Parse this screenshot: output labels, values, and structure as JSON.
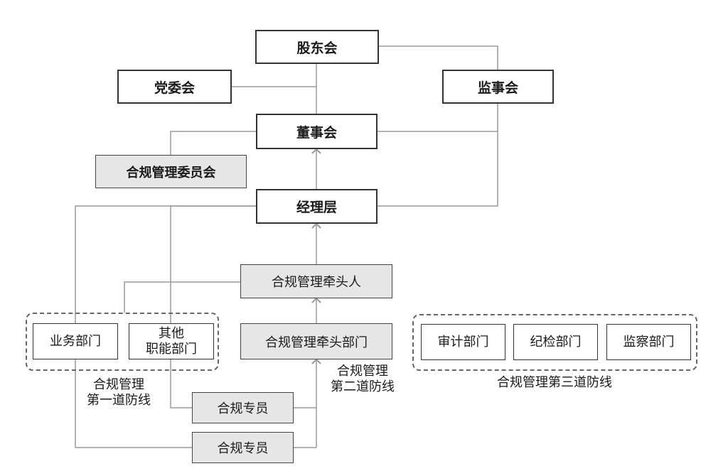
{
  "nodes": {
    "shareholders": "股东会",
    "party_committee": "党委会",
    "supervisory_board": "监事会",
    "board": "董事会",
    "compliance_committee": "合规管理委员会",
    "management": "经理层",
    "compliance_lead": "合规管理牵头人",
    "compliance_lead_dept": "合规管理牵头部门",
    "business_dept": "业务部门",
    "other_dept_line1": "其他",
    "other_dept_line2": "职能部门",
    "compliance_officer_1": "合规专员",
    "compliance_officer_2": "合规专员",
    "audit_dept": "审计部门",
    "discipline_dept": "纪检部门",
    "supervision_dept": "监察部门"
  },
  "labels": {
    "first_line_1": "合规管理",
    "first_line_2": "第一道防线",
    "second_line_1": "合规管理",
    "second_line_2": "第二道防线",
    "third_line": "合规管理第三道防线"
  },
  "colors": {
    "line": "#9a9a9a",
    "box_border": "#333333",
    "grey_fill": "#e6e6e6",
    "dash_border": "#666666"
  }
}
